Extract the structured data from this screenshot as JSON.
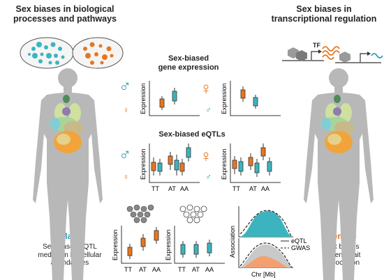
{
  "headings": {
    "left": "Sex biases in biological processes and pathways",
    "left_line1": "Sex biases in biological",
    "left_line2": "processes and pathways",
    "right_line1": "Sex biases in",
    "right_line2": "transcriptional regulation",
    "expression": "Sex-biased gene expression",
    "expression_line1": "Sex-biased",
    "expression_line2": "gene expression",
    "eqtls": "Sex-biased eQTLs"
  },
  "male": {
    "label": "Male",
    "caption_lines": [
      "Sex-biased eQTL",
      "mediation by cellular",
      "abundances"
    ]
  },
  "female": {
    "label": "Female",
    "caption_lines": [
      "Sex biases",
      "in gene-trait",
      "association"
    ]
  },
  "tf_label": "TF",
  "axes": {
    "expression": "Expression",
    "association": "Association",
    "chr": "Chr [Mb]"
  },
  "genotypes": [
    "TT",
    "AT",
    "AA"
  ],
  "legend": {
    "eqtl": "eQTL",
    "gwas": "GWAS"
  },
  "symbols": {
    "male": "♂",
    "female": "♀"
  },
  "colors": {
    "male": "#2a9fb0",
    "female": "#e8761e",
    "body": "#b8b8b8",
    "teal_fill": "#3cb4bf",
    "gray_curve": "#c9c9c9"
  }
}
